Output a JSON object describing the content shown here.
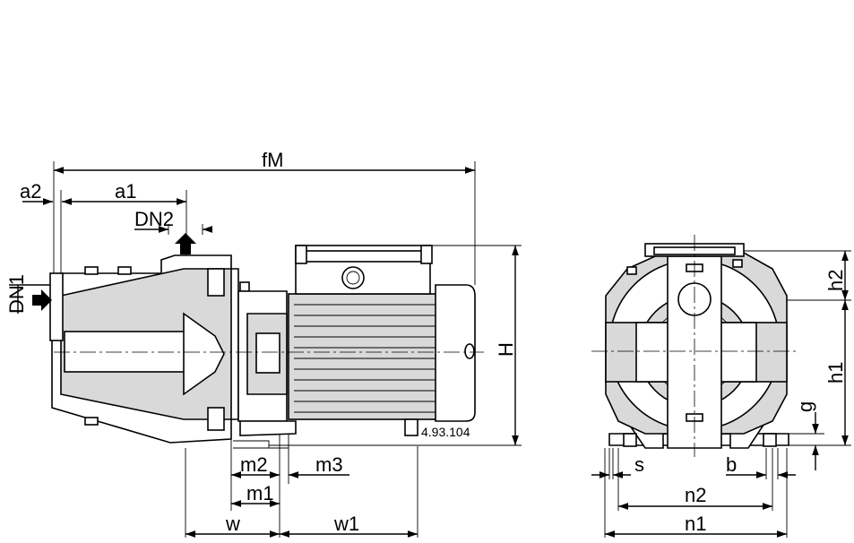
{
  "drawing_code": "4.93.104",
  "side_view_labels": {
    "fM": "fM",
    "a2": "a2",
    "a1": "a1",
    "DN2": "DN2",
    "DN1": "DN1",
    "H": "H",
    "m2": "m2",
    "m1": "m1",
    "m3": "m3",
    "w": "w",
    "w1": "w1"
  },
  "front_view_labels": {
    "h2": "h2",
    "h1": "h1",
    "g": "g",
    "s": "s",
    "b": "b",
    "n2": "n2",
    "n1": "n1"
  }
}
